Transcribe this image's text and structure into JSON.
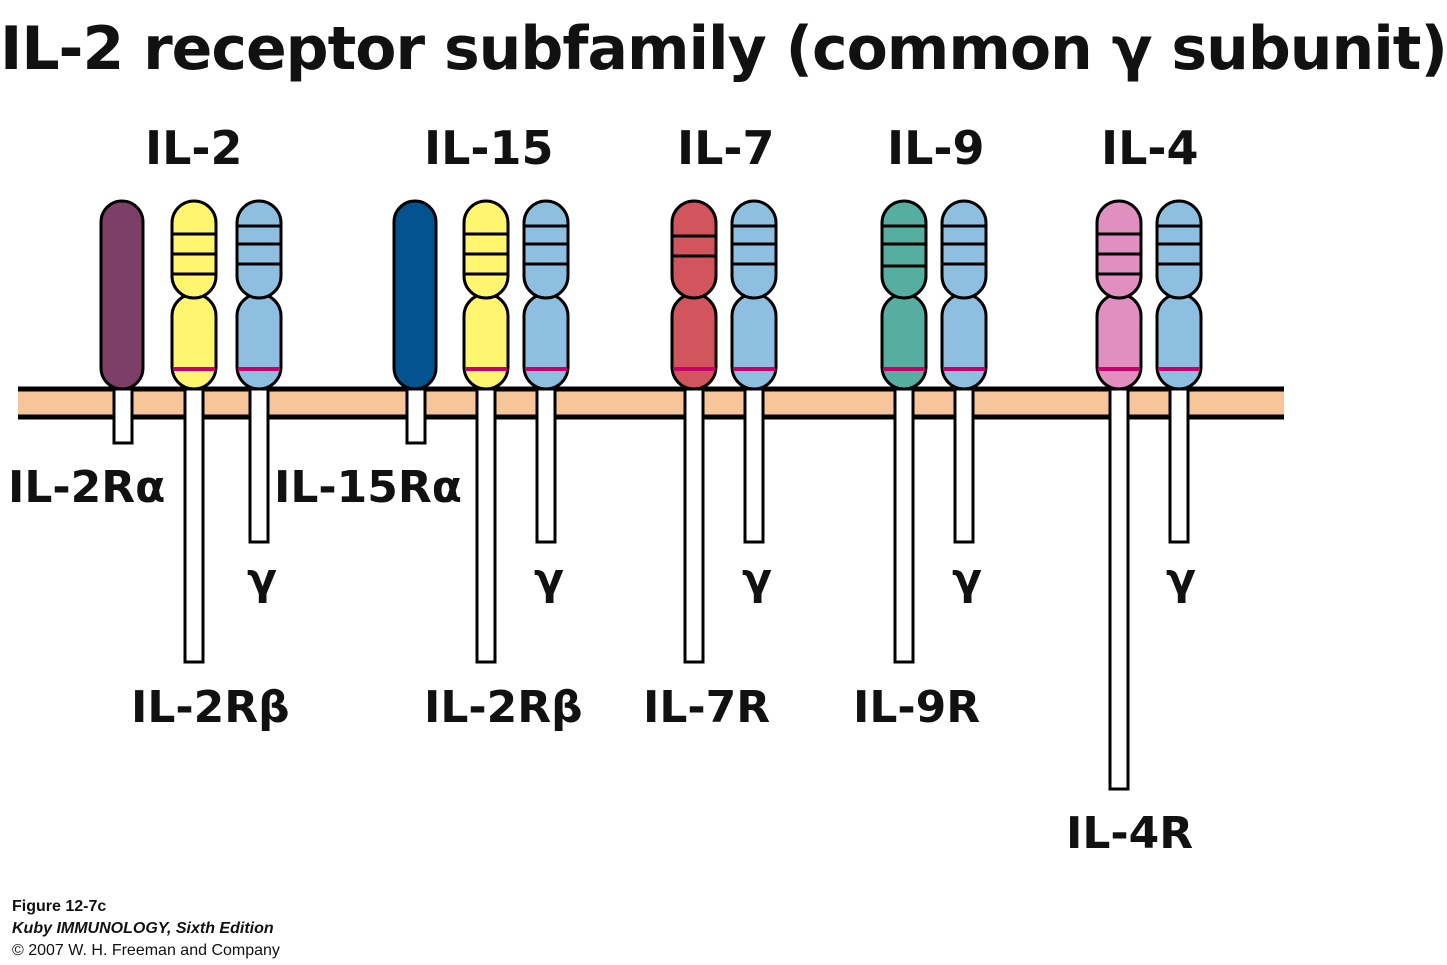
{
  "title": "IL-2 receptor subfamily (common γ subunit)",
  "cytokines": [
    "IL-2",
    "IL-15",
    "IL-7",
    "IL-9",
    "IL-4"
  ],
  "receptor_labels": {
    "il2r_alpha": "IL-2Rα",
    "il15r_alpha": "IL-15Rα",
    "il2r_beta_1": "IL-2Rβ",
    "il2r_beta_2": "IL-2Rβ",
    "il7r": "IL-7R",
    "il9r": "IL-9R",
    "il4r": "IL-4R"
  },
  "gamma_label": "γ",
  "colors": {
    "membrane": "#F6C59A",
    "il2r_alpha": "#7E3F67",
    "il15r_alpha": "#02538F",
    "il2r_beta": "#FFF56E",
    "gamma": "#8FBFE0",
    "il7r": "#D2555E",
    "il9r": "#55AE9F",
    "il4r": "#E18FC0",
    "marker_band": "#C8006A"
  },
  "caption": {
    "figure": "Figure 12-7c",
    "book": "Kuby IMMUNOLOGY, Sixth Edition",
    "copyright": "© 2007 W. H. Freeman and Company"
  }
}
